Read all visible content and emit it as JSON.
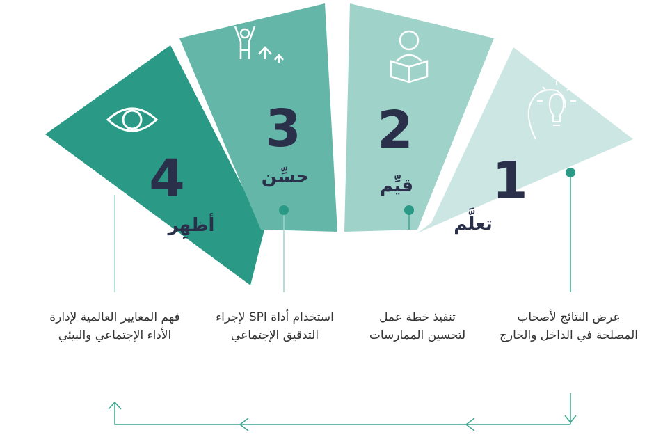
{
  "colors": {
    "seg1": "#cce7e3",
    "seg2": "#9fd3ca",
    "seg3": "#64b7a8",
    "seg4": "#2a9a86",
    "line": "#3aa78f",
    "text_dark": "#2a2f4a"
  },
  "steps": [
    {
      "number": "1",
      "title": "تعلَّم",
      "icon": "lightbulb-head-icon",
      "desc_line1": "عرض النتائج لأصحاب",
      "desc_line2": "المصلحة في الداخل والخارج"
    },
    {
      "number": "2",
      "title": "قيِّم",
      "icon": "person-reading-book-icon",
      "desc_line1": "تنفيذ خطة عمل",
      "desc_line2": "لتحسين الممارسات"
    },
    {
      "number": "3",
      "title": "حسِّن",
      "icon": "person-arrows-up-icon",
      "desc_line1": "استخدام أداة SPI لإجراء",
      "desc_line2": "التدقيق الإجتماعي"
    },
    {
      "number": "4",
      "title": "أظهِر",
      "icon": "eye-icon",
      "desc_line1": "فهم المعايير العالمية لإدارة",
      "desc_line2": "الأداء الإجتماعي والبيئي"
    }
  ]
}
